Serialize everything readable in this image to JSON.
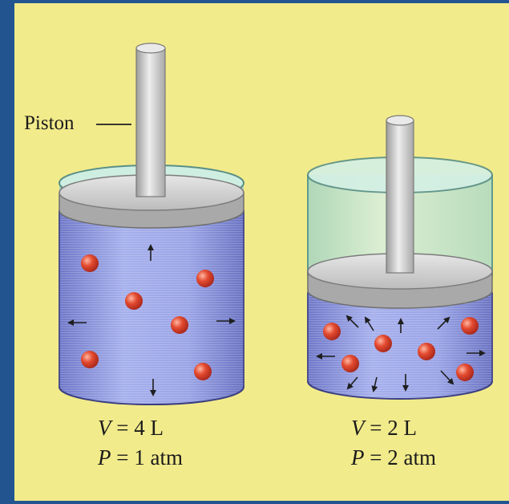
{
  "diagram": {
    "piston_label": "Piston",
    "left_cylinder": {
      "volume_var": "V",
      "volume_value": "4 L",
      "pressure_var": "P",
      "pressure_value": "1 atm"
    },
    "right_cylinder": {
      "volume_var": "V",
      "volume_value": "2 L",
      "pressure_var": "P",
      "pressure_value": "2 atm"
    }
  },
  "colors": {
    "background_frame": "#22548f",
    "panel": "#f3ec8c",
    "gas": "#8f99de",
    "glass": "#bfe3d4",
    "molecule": "#e0462c",
    "piston": "#cfcfcf"
  }
}
